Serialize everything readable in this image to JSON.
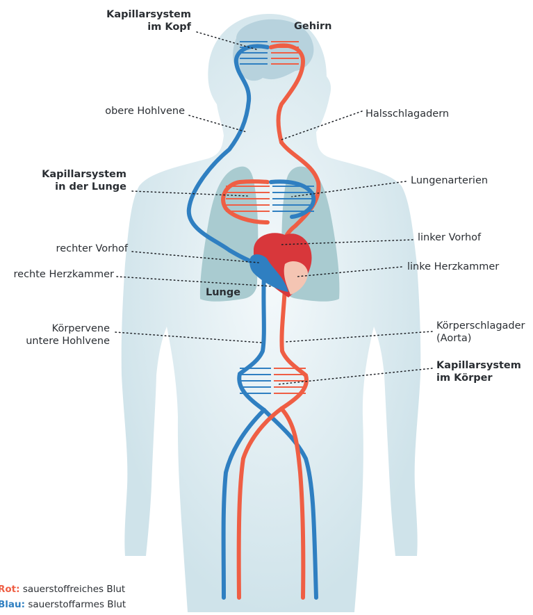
{
  "colors": {
    "body": "#cfe3ea",
    "body_glow": "#f4f9fb",
    "lung": "#a9cbd0",
    "brain": "#b7d2dd",
    "red": "#ef5e44",
    "blue": "#2f7fc1",
    "leader": "#1c1f24",
    "text": "#2a2e33"
  },
  "labels": {
    "kap_kopf_1": "Kapillarsystem",
    "kap_kopf_2": "im Kopf",
    "gehirn": "Gehirn",
    "obere_hohlvene": "obere Hohlvene",
    "halsschlagadern": "Halsschlagadern",
    "kap_lunge_1": "Kapillarsystem",
    "kap_lunge_2": "in der Lunge",
    "lungenarterien": "Lungenarterien",
    "rechter_vorhof": "rechter Vorhof",
    "linker_vorhof": "linker Vorhof",
    "rechte_herzkammer": "rechte Herzkammer",
    "linke_herzkammer": "linke Herzkammer",
    "lunge": "Lunge",
    "koerpervene_1": "Körpervene",
    "koerpervene_2": "untere Hohlvene",
    "koerperschlagader_1": "Körperschlagader",
    "koerperschlagader_2": "(Aorta)",
    "kap_koerper_1": "Kapillarsystem",
    "kap_koerper_2": "im Körper"
  },
  "legend": {
    "red_word": "Rot:",
    "red_text": " sauerstoffreiches Blut",
    "blue_word": "Blau:",
    "blue_text": " sauerstoffarmes Blut"
  }
}
